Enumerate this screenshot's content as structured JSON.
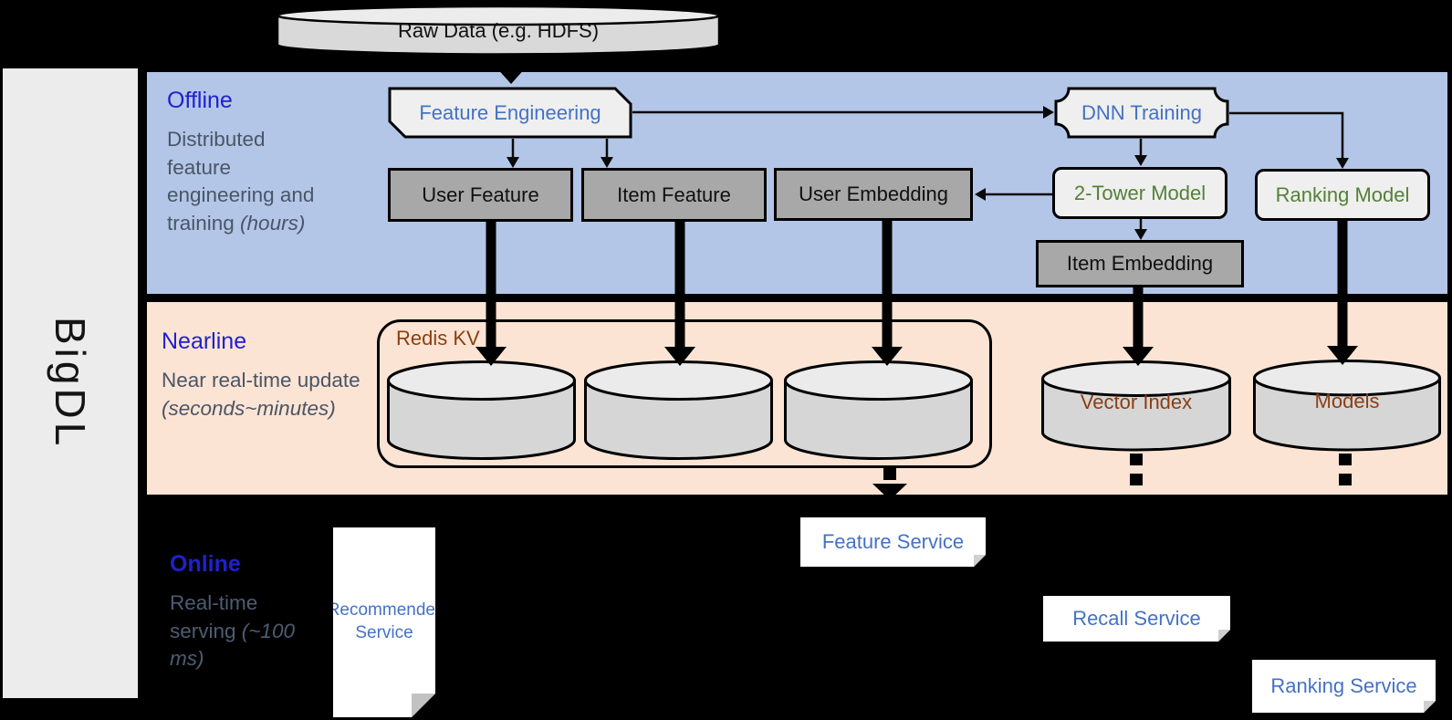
{
  "sidebar": {
    "label": "BigDL"
  },
  "top": {
    "raw_data_label": "Raw Data (e.g. HDFS)"
  },
  "sections": {
    "offline": {
      "title": "Offline",
      "caption": "Distributed feature engineering and training ",
      "caption_italic": "(hours)"
    },
    "nearline": {
      "title": "Nearline",
      "caption": "Near real-time update ",
      "caption_italic": "(seconds~minutes)"
    },
    "online": {
      "title": "Online",
      "caption": "Real-time serving ",
      "caption_italic": "(~100 ms)"
    }
  },
  "offline_nodes": {
    "feature_engineering": "Feature Engineering",
    "dnn_training": "DNN Training",
    "user_feature": "User Feature",
    "item_feature": "Item Feature",
    "user_embedding": "User Embedding",
    "two_tower_model": "2-Tower Model",
    "ranking_model": "Ranking Model",
    "item_embedding": "Item Embedding"
  },
  "nearline_nodes": {
    "redis_kv": "Redis KV",
    "vector_index": "Vector Index",
    "models": "Models"
  },
  "online_nodes": {
    "recommender_service": "Recommender Service",
    "feature_service": "Feature Service",
    "recall_service": "Recall Service",
    "ranking_service": "Ranking Service"
  },
  "colors": {
    "band_blue": "#b3c6e8",
    "band_orange": "#fce4d4",
    "accent_blue": "#4472c4",
    "model_green": "#538135",
    "storage_brown": "#8c3e10",
    "section_title_blue": "#2020cf",
    "caption_slate": "#4a5565",
    "node_gray": "#a8a8a8"
  }
}
